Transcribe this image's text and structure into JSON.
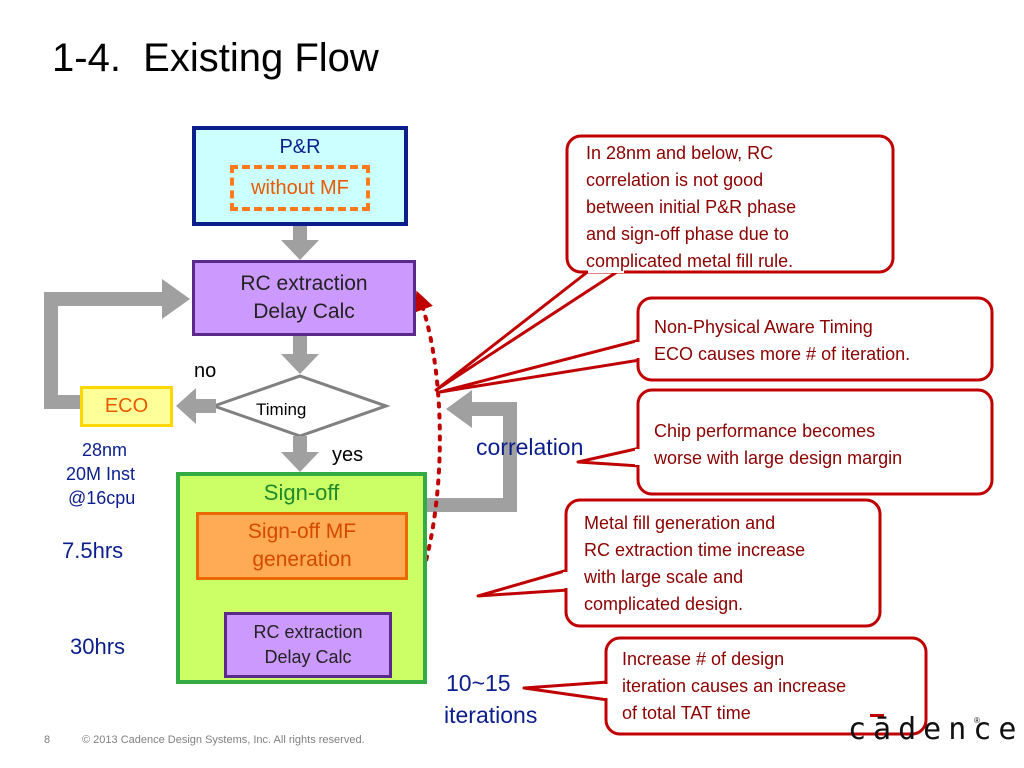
{
  "title": "1-4.  Existing Flow",
  "flow": {
    "pr_label": "P&R",
    "pr_inner": "without MF",
    "rc1_line1": "RC extraction",
    "rc1_line2": "Delay Calc",
    "no_label": "no",
    "timing_label": "Timing",
    "eco_label": "ECO",
    "yes_label": "yes",
    "signoff_label": "Sign-off",
    "mf_line1": "Sign-off MF",
    "mf_line2": "generation",
    "rc2_line1": "RC extraction",
    "rc2_line2": "Delay Calc",
    "correlation_label": "correlation"
  },
  "stats": {
    "tech": "28nm",
    "inst": "20M Inst",
    "cpu": "@16cpu",
    "time1": "7.5hrs",
    "time2": "30hrs",
    "iter1": "10~15",
    "iter2": "iterations"
  },
  "callouts": {
    "c1": [
      "In 28nm and below, RC",
      "correlation is not good",
      "between initial P&R phase",
      "and sign-off phase due to",
      "complicated metal fill rule."
    ],
    "c2": [
      "Non-Physical Aware Timing",
      "ECO  causes more # of iteration."
    ],
    "c3": [
      "Chip performance becomes",
      "worse with large design margin"
    ],
    "c4": [
      "Metal fill generation and",
      "RC extraction time increase",
      "with large scale and",
      "complicated design."
    ],
    "c5": [
      "Increase # of design",
      "iteration causes an increase",
      "of total TAT time"
    ]
  },
  "footer": {
    "page": "8",
    "copyright": "© 2013 Cadence Design Systems, Inc. All rights reserved."
  },
  "logo": {
    "text": "cādence",
    "reg": "®"
  },
  "colors": {
    "callout_border": "#c00000",
    "callout_text": "#8b0000",
    "arrow_gray": "#a0a0a0",
    "dotted_red": "#c00000"
  }
}
